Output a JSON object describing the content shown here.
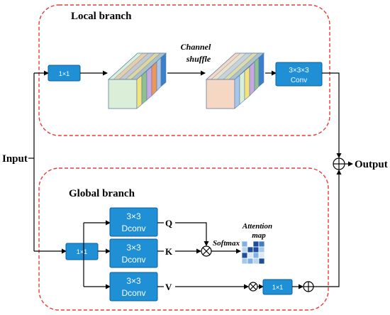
{
  "colors": {
    "block_fill": "#1f8fd6",
    "block_stroke": "#0e5f99",
    "block_text": "#ffffff",
    "branch_border": "#e83a3a",
    "line": "#000000"
  },
  "local_branch": {
    "title": "Local branch",
    "conv1x1": "1×1",
    "shuffle_label_1": "Channel",
    "shuffle_label_2": "shuffle",
    "conv3x3x3_line1": "3×3×3",
    "conv3x3x3_line2": "Conv"
  },
  "global_branch": {
    "title": "Global branch",
    "conv1x1": "1×1",
    "dconv_q_line1": "3×3",
    "dconv_q_line2": "Dconv",
    "dconv_k_line1": "3×3",
    "dconv_k_line2": "Dconv",
    "dconv_v_line1": "3×3",
    "dconv_v_line2": "Dconv",
    "label_q": "Q",
    "label_k": "K",
    "label_v": "V",
    "softmax": "Softmax",
    "attention_line1": "Attention",
    "attention_line2": "map",
    "conv1x1_out": "1×1"
  },
  "io": {
    "input": "Input",
    "output": "Output"
  },
  "symbols": {
    "multiply": "⊗",
    "add": "⊕"
  }
}
